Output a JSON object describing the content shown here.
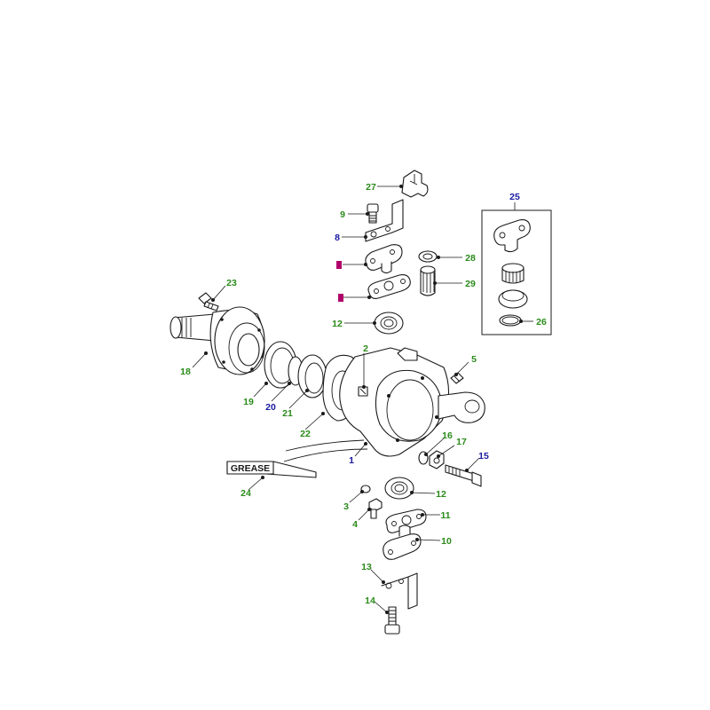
{
  "colors": {
    "label_green": "#2a8a1a",
    "label_blue": "#1a1aa0",
    "highlight_magenta": "#b0006a",
    "line": "#1a1a1a"
  },
  "callouts": {
    "c1": "1",
    "c2": "2",
    "c3": "3",
    "c4": "4",
    "c5": "5",
    "c8": "8",
    "c9": "9",
    "c10": "10",
    "c11": "11",
    "c12a": "12",
    "c12b": "12",
    "c13": "13",
    "c14": "14",
    "c15": "15",
    "c16": "16",
    "c17": "17",
    "c18": "18",
    "c19": "19",
    "c20": "20",
    "c21": "21",
    "c22": "22",
    "c23": "23",
    "c24": "24",
    "c25": "25",
    "c26": "26",
    "c27": "27",
    "c28": "28",
    "c29": "29"
  },
  "grease_label": "GREASE"
}
